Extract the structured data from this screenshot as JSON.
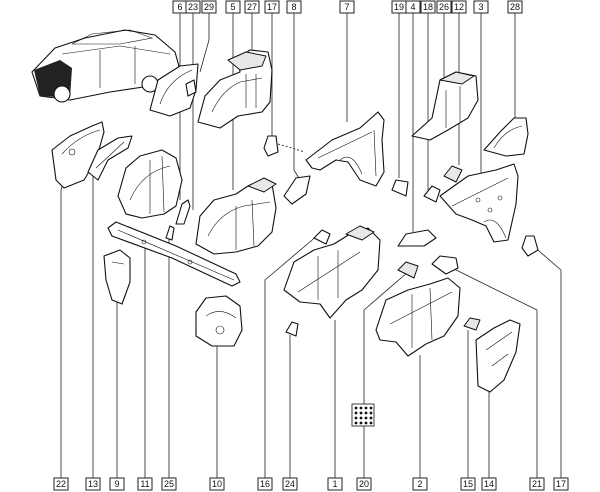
{
  "callouts_top": [
    "6",
    "23",
    "29",
    "5",
    "27",
    "17",
    "8",
    "7",
    "19",
    "4",
    "18",
    "26",
    "12",
    "3",
    "28"
  ],
  "callouts_bottom": [
    "22",
    "13",
    "9",
    "11",
    "25",
    "10",
    "16",
    "24",
    "1",
    "20",
    "2",
    "15",
    "14",
    "21",
    "17"
  ],
  "icons": {
    "vehicle": "car-body-locator-icon",
    "fasteners": "fastener-grid-icon"
  },
  "colors": {
    "ink": "#111111",
    "paper": "#ffffff"
  }
}
